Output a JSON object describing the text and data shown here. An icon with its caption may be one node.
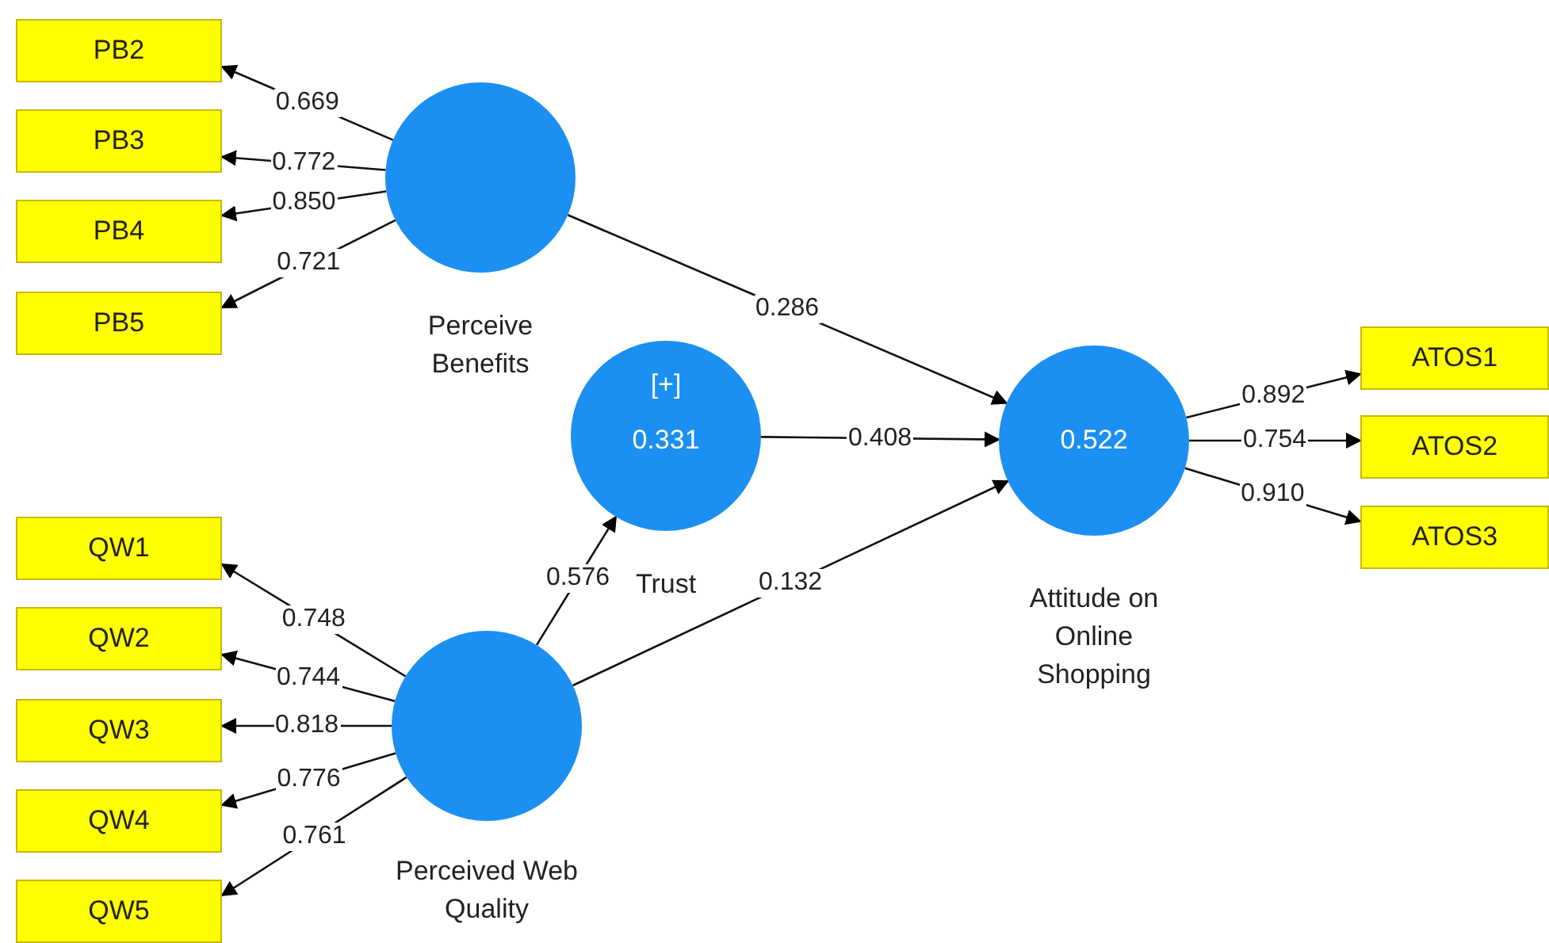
{
  "diagram": {
    "nodes": [
      {
        "text": [
          "PB2"
        ]
      },
      {
        "text": [
          "PB3"
        ]
      },
      {
        "text": [
          "PB4"
        ]
      },
      {
        "text": [
          "PB5"
        ]
      },
      {
        "text": [
          "Perceive Benefits"
        ]
      },
      {
        "text": [
          "[+]",
          "0.331",
          "Trust"
        ]
      },
      {
        "text": [
          "0.522",
          "Attitude on Online Shopping"
        ]
      },
      {
        "text": [
          "QW1"
        ]
      },
      {
        "text": [
          "QW2"
        ]
      },
      {
        "text": [
          "QW3"
        ]
      },
      {
        "text": [
          "QW4"
        ]
      },
      {
        "text": [
          "QW5"
        ]
      },
      {
        "text": [
          "Perceived Web Quality"
        ]
      },
      {
        "text": [
          "ATOS1"
        ]
      },
      {
        "text": [
          "ATOS2"
        ]
      },
      {
        "text": [
          "ATOS3"
        ]
      }
    ],
    "edges": [
      {
        "from": 4,
        "to": 0,
        "arrow": "to",
        "label": "0.669"
      },
      {
        "from": 4,
        "to": 1,
        "arrow": "to",
        "label": "0.772"
      },
      {
        "from": 4,
        "to": 2,
        "arrow": "to",
        "label": "0.850"
      },
      {
        "from": 4,
        "to": 3,
        "arrow": "to",
        "label": "0.721"
      },
      {
        "from": 4,
        "to": 6,
        "arrow": "to",
        "label": "0.286"
      },
      {
        "from": 5,
        "to": 6,
        "arrow": "to",
        "label": "0.408"
      },
      {
        "from": 12,
        "to": 5,
        "arrow": "to",
        "label": "0.576"
      },
      {
        "from": 12,
        "to": 6,
        "arrow": "to",
        "label": "0.132"
      },
      {
        "from": 12,
        "to": 7,
        "arrow": "to",
        "label": "0.748"
      },
      {
        "from": 12,
        "to": 8,
        "arrow": "to",
        "label": "0.744"
      },
      {
        "from": 12,
        "to": 9,
        "arrow": "to",
        "label": "0.818"
      },
      {
        "from": 12,
        "to": 10,
        "arrow": "to",
        "label": "0.776"
      },
      {
        "from": 12,
        "to": 11,
        "arrow": "to",
        "label": "0.761"
      },
      {
        "from": 6,
        "to": 13,
        "arrow": "to",
        "label": "0.892"
      },
      {
        "from": 6,
        "to": 14,
        "arrow": "to",
        "label": "0.754"
      },
      {
        "from": 6,
        "to": 15,
        "arrow": "to",
        "label": "0.910"
      }
    ]
  }
}
